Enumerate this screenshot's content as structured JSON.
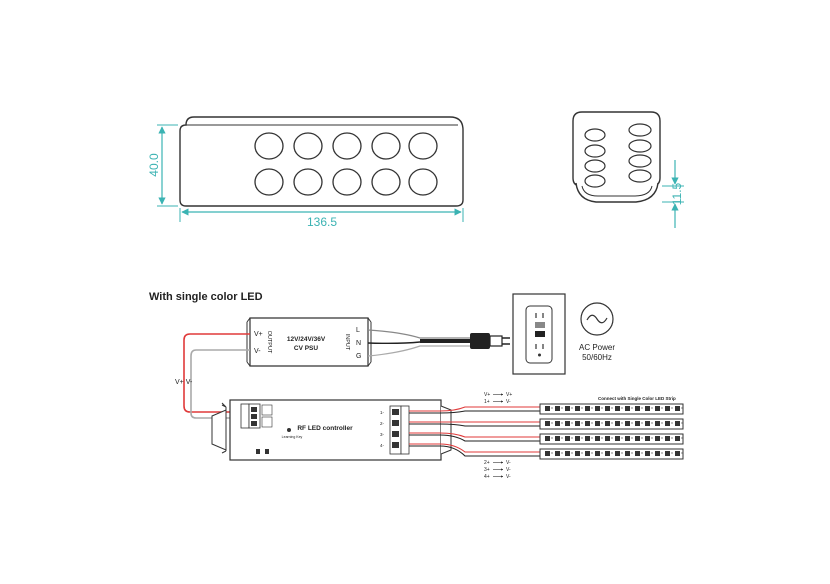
{
  "dimensions": {
    "height_label": "40.0",
    "width_label": "136.5",
    "thickness_label": "11.5"
  },
  "wiring": {
    "title": "With single color LED",
    "psu": {
      "line1": "12V/24V/36V",
      "line2": "CV PSU",
      "output_label": "OUTPUT",
      "input_label": "INPUT",
      "vplus": "V+",
      "vminus": "V-",
      "l": "L",
      "n": "N",
      "g": "G"
    },
    "ac_power": {
      "line1": "AC Power",
      "line2": "50/60Hz"
    },
    "supply_label": "V+  V-",
    "controller": {
      "name": "RF LED controller",
      "learning_key": "Learning Key"
    },
    "channels": [
      "1-",
      "2-",
      "3-",
      "4-"
    ],
    "strip_note": "Connect with Single Color LED Strip",
    "top_mapping": [
      {
        "from": "V+",
        "to": "V+"
      },
      {
        "from": "1+",
        "to": "V-"
      }
    ],
    "bottom_mapping": [
      {
        "from": "2+",
        "to": "V-"
      },
      {
        "from": "3+",
        "to": "V-"
      },
      {
        "from": "4+",
        "to": "V-"
      }
    ]
  },
  "colors": {
    "dimension_line": "#3bb3b3",
    "outline": "#333333",
    "wire_red": "#e03a3a",
    "wire_black": "#222222",
    "wire_gray": "#aaaaaa",
    "strip": "#333333"
  }
}
